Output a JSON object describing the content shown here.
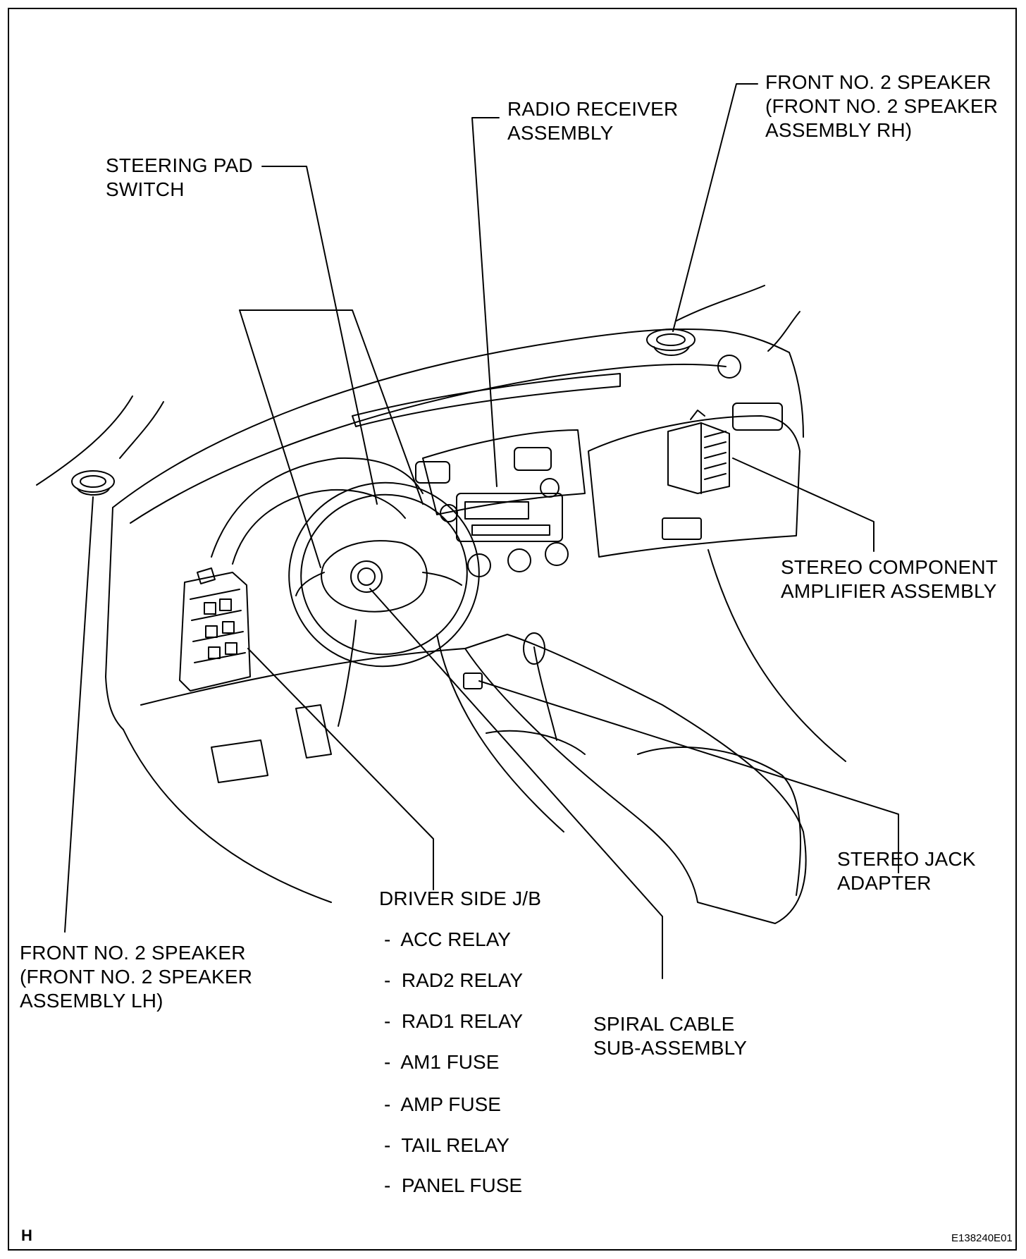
{
  "labels": {
    "radio_receiver": "RADIO RECEIVER\nASSEMBLY",
    "front_speaker_rh": "FRONT NO. 2 SPEAKER\n(FRONT NO. 2 SPEAKER\nASSEMBLY RH)",
    "steering_pad_switch": "STEERING PAD\nSWITCH",
    "stereo_component_amplifier": "STEREO COMPONENT\nAMPLIFIER ASSEMBLY",
    "stereo_jack_adapter": "STEREO JACK\nADAPTER",
    "front_speaker_lh": "FRONT NO. 2 SPEAKER\n(FRONT NO. 2 SPEAKER\nASSEMBLY LH)",
    "driver_side_jb": "DRIVER SIDE J/B",
    "spiral_cable": "SPIRAL CABLE\nSUB-ASSEMBLY"
  },
  "driver_side_jb_items": [
    "-  ACC RELAY",
    "-  RAD2 RELAY",
    "-  RAD1 RELAY",
    "-  AM1 FUSE",
    "-  AMP FUSE",
    "-  TAIL RELAY",
    "-  PANEL FUSE"
  ],
  "corner_letter": "H",
  "figure_code": "E138240E01"
}
